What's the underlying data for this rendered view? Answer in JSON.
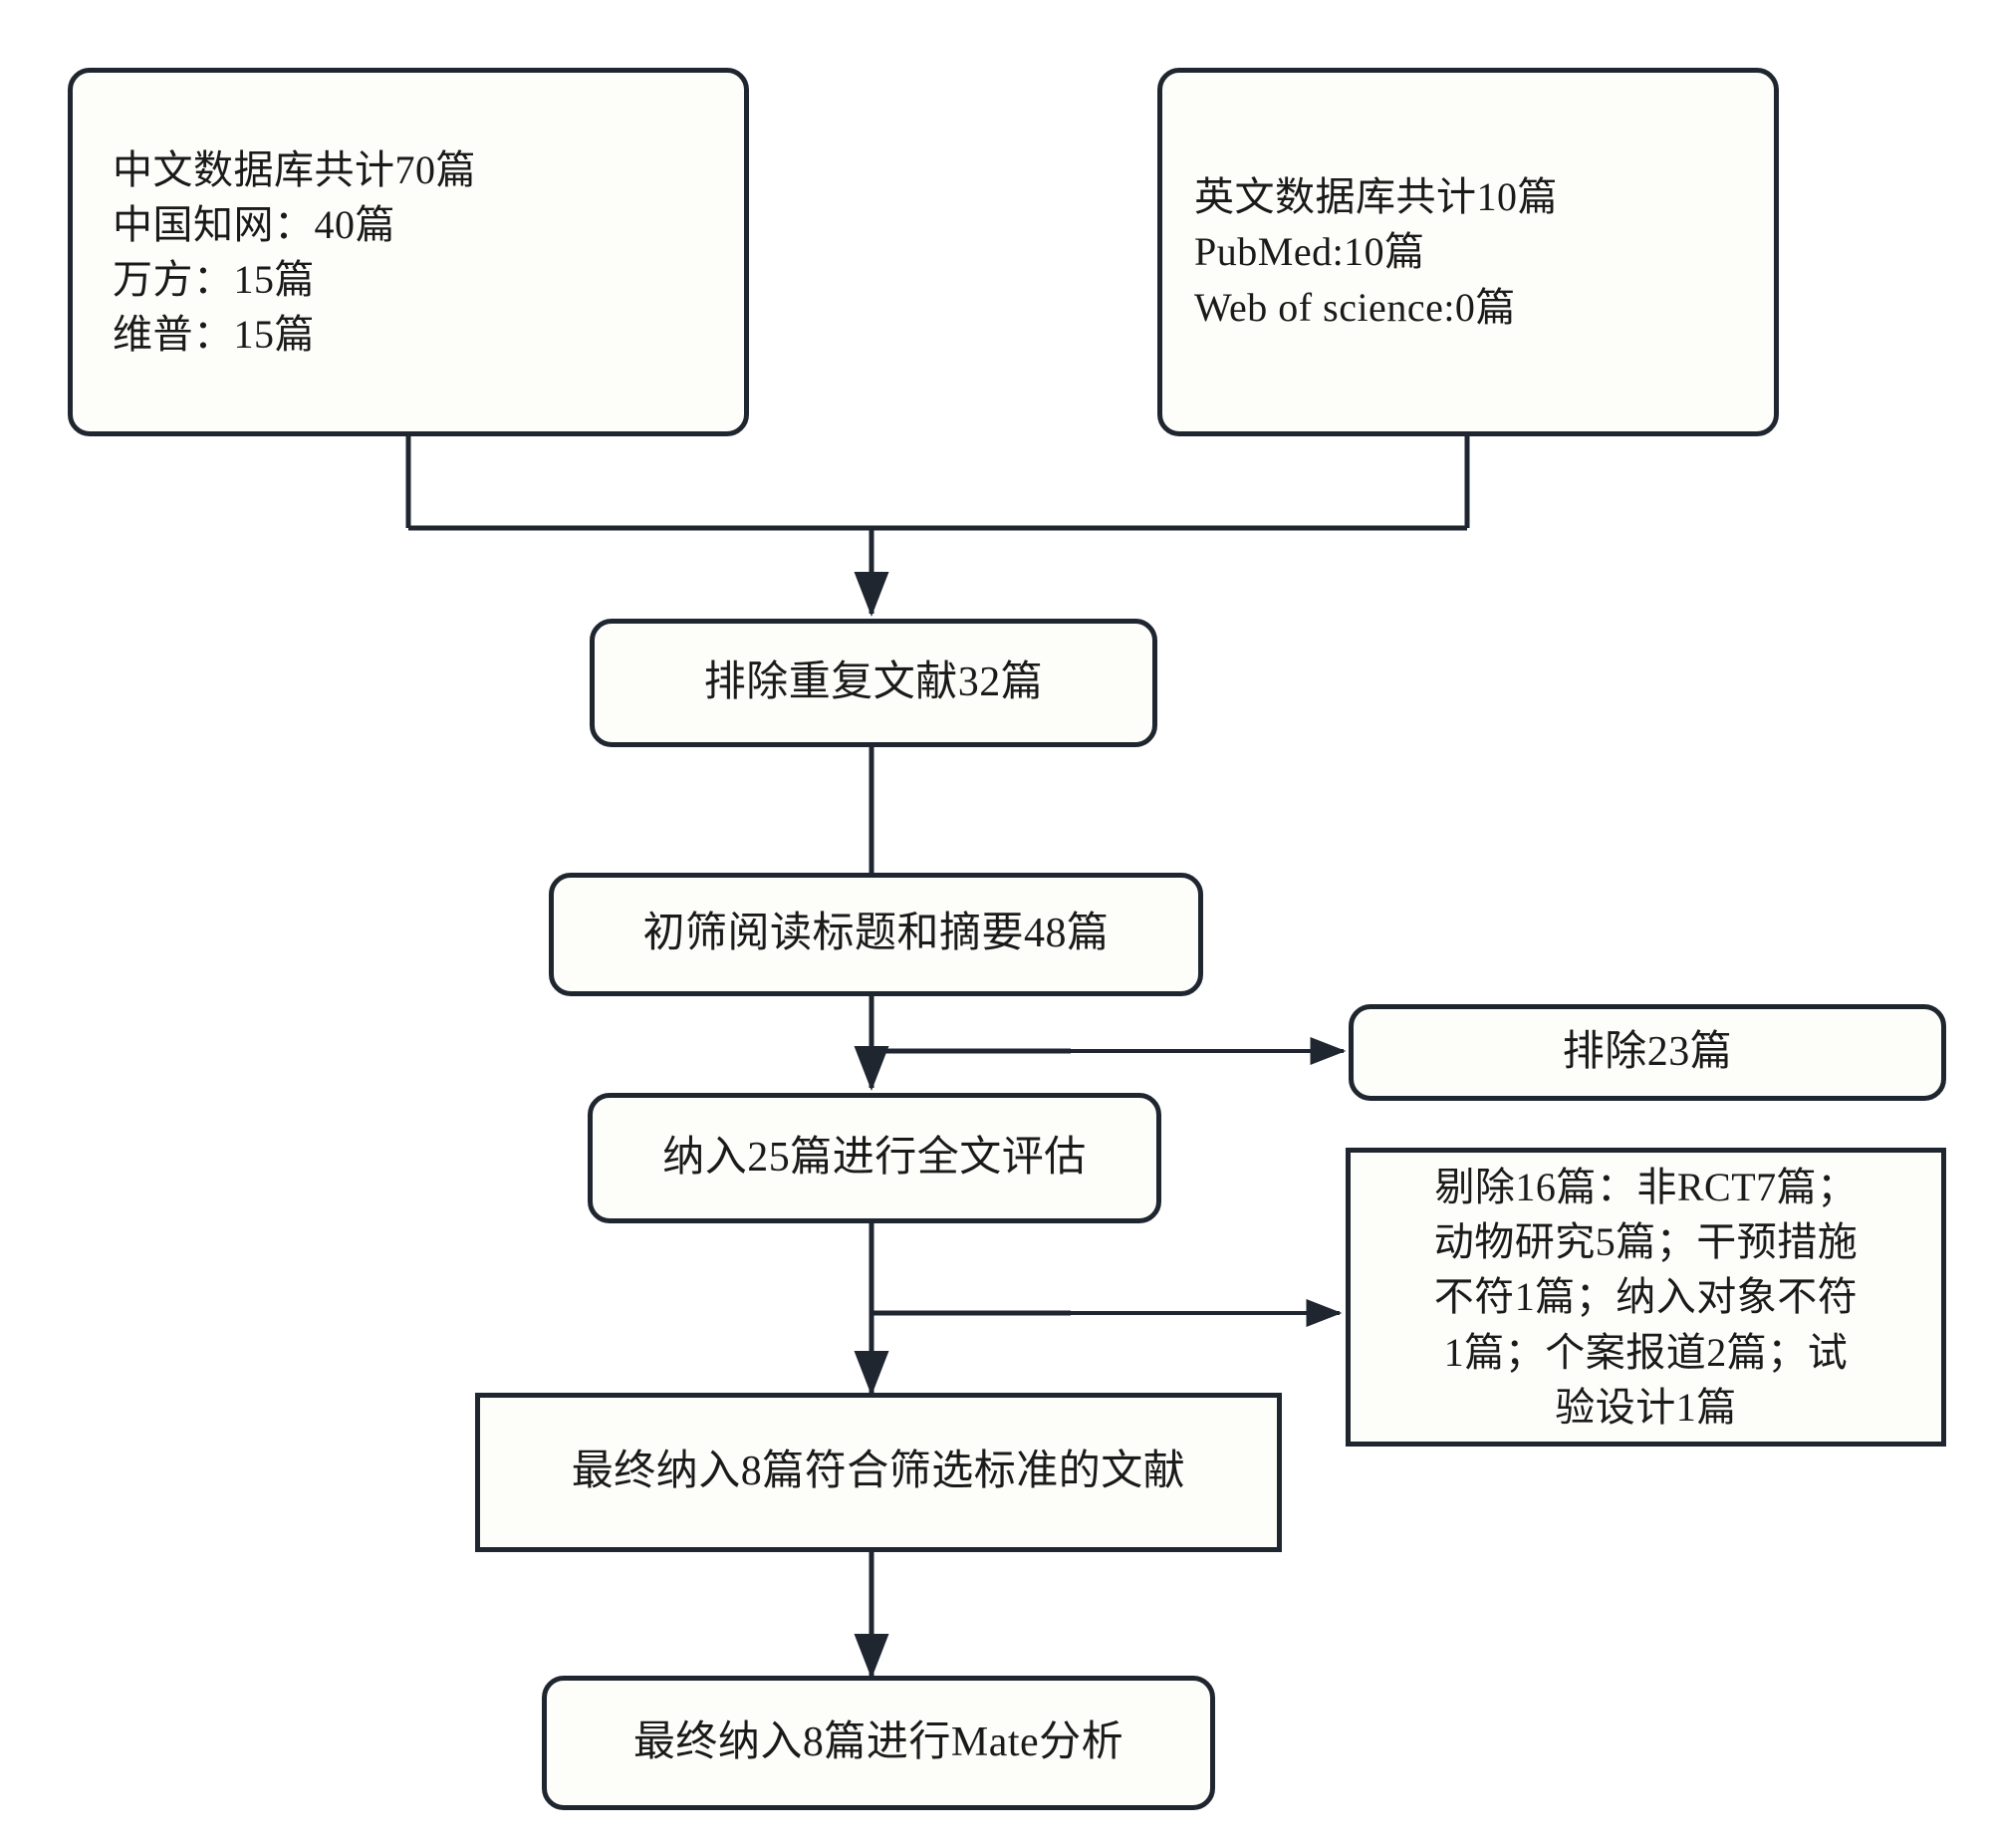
{
  "diagram": {
    "title": "PRISMA literature screening flowchart",
    "line_color": "#1f2630",
    "box_fill": "#fdfdfa",
    "nodes": {
      "chinese_db": {
        "label": "中文数据库共计70篇\n中国知网：40篇\n万方：15篇\n维普：15篇",
        "shape": "rounded"
      },
      "english_db": {
        "label": "英文数据库共计10篇\nPubMed:10篇\nWeb of science:0篇",
        "shape": "rounded"
      },
      "dedup": {
        "label": "排除重复文献32篇",
        "shape": "rounded"
      },
      "screen_title_abstract": {
        "label": "初筛阅读标题和摘要48篇",
        "shape": "rounded"
      },
      "excluded_23": {
        "label": "排除23篇",
        "shape": "rounded"
      },
      "fulltext_25": {
        "label": "纳入25篇进行全文评估",
        "shape": "rounded"
      },
      "excluded_16": {
        "label": "剔除16篇：非RCT7篇；\n动物研究5篇；干预措施\n不符1篇；纳入对象不符\n1篇；个案报道2篇；试\n验设计1篇",
        "shape": "square"
      },
      "final_8_criteria": {
        "label": "最终纳入8篇符合筛选标准的文献",
        "shape": "square"
      },
      "final_8_meta": {
        "label": "最终纳入8篇进行Mate分析",
        "shape": "rounded"
      }
    }
  }
}
